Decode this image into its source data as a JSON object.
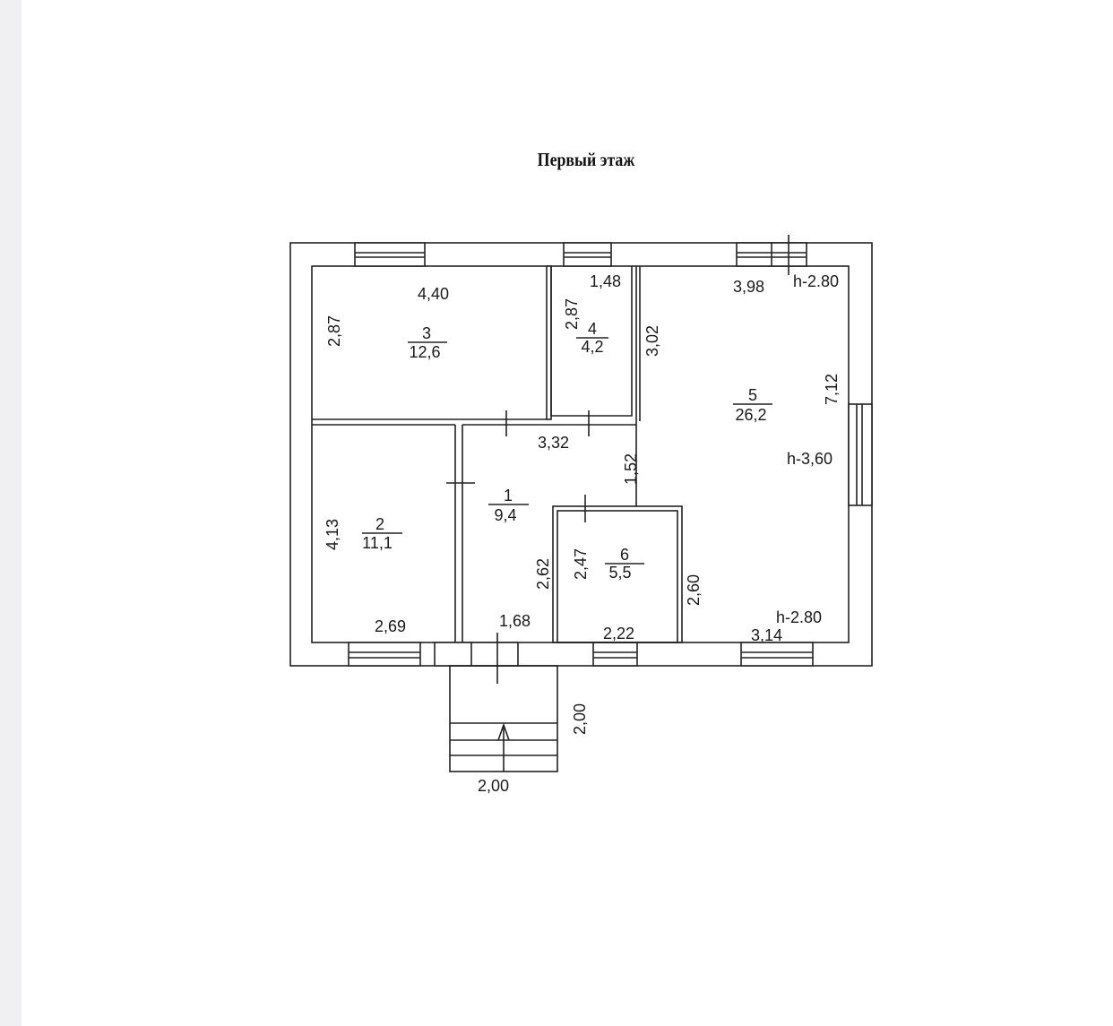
{
  "title": "Первый этаж",
  "rooms": [
    {
      "number": "1",
      "area": "9,4"
    },
    {
      "number": "2",
      "area": "11,1"
    },
    {
      "number": "3",
      "area": "12,6"
    },
    {
      "number": "4",
      "area": "4,2"
    },
    {
      "number": "5",
      "area": "26,2"
    },
    {
      "number": "6",
      "area": "5,5"
    }
  ],
  "dimensions": {
    "r3_width": "4,40",
    "r3_height": "2,87",
    "r4_width": "1,48",
    "r4_height": "2,87",
    "r5_top": "3,98",
    "r5_height": "7,12",
    "r5_bottom": "3,14",
    "wall_302": "3,02",
    "r1_width": "3,32",
    "r1_152": "1,52",
    "r2_height": "4,13",
    "r2_width": "2,69",
    "r1_bottom": "1,68",
    "r1_262": "2,62",
    "r6_height": "2,47",
    "r6_width": "2,22",
    "r6_260": "2,60",
    "porch_height": "2,00",
    "porch_width": "2,00"
  },
  "heights": {
    "h1": "h-2.80",
    "h2": "h-3,60",
    "h3": "h-2.80"
  }
}
